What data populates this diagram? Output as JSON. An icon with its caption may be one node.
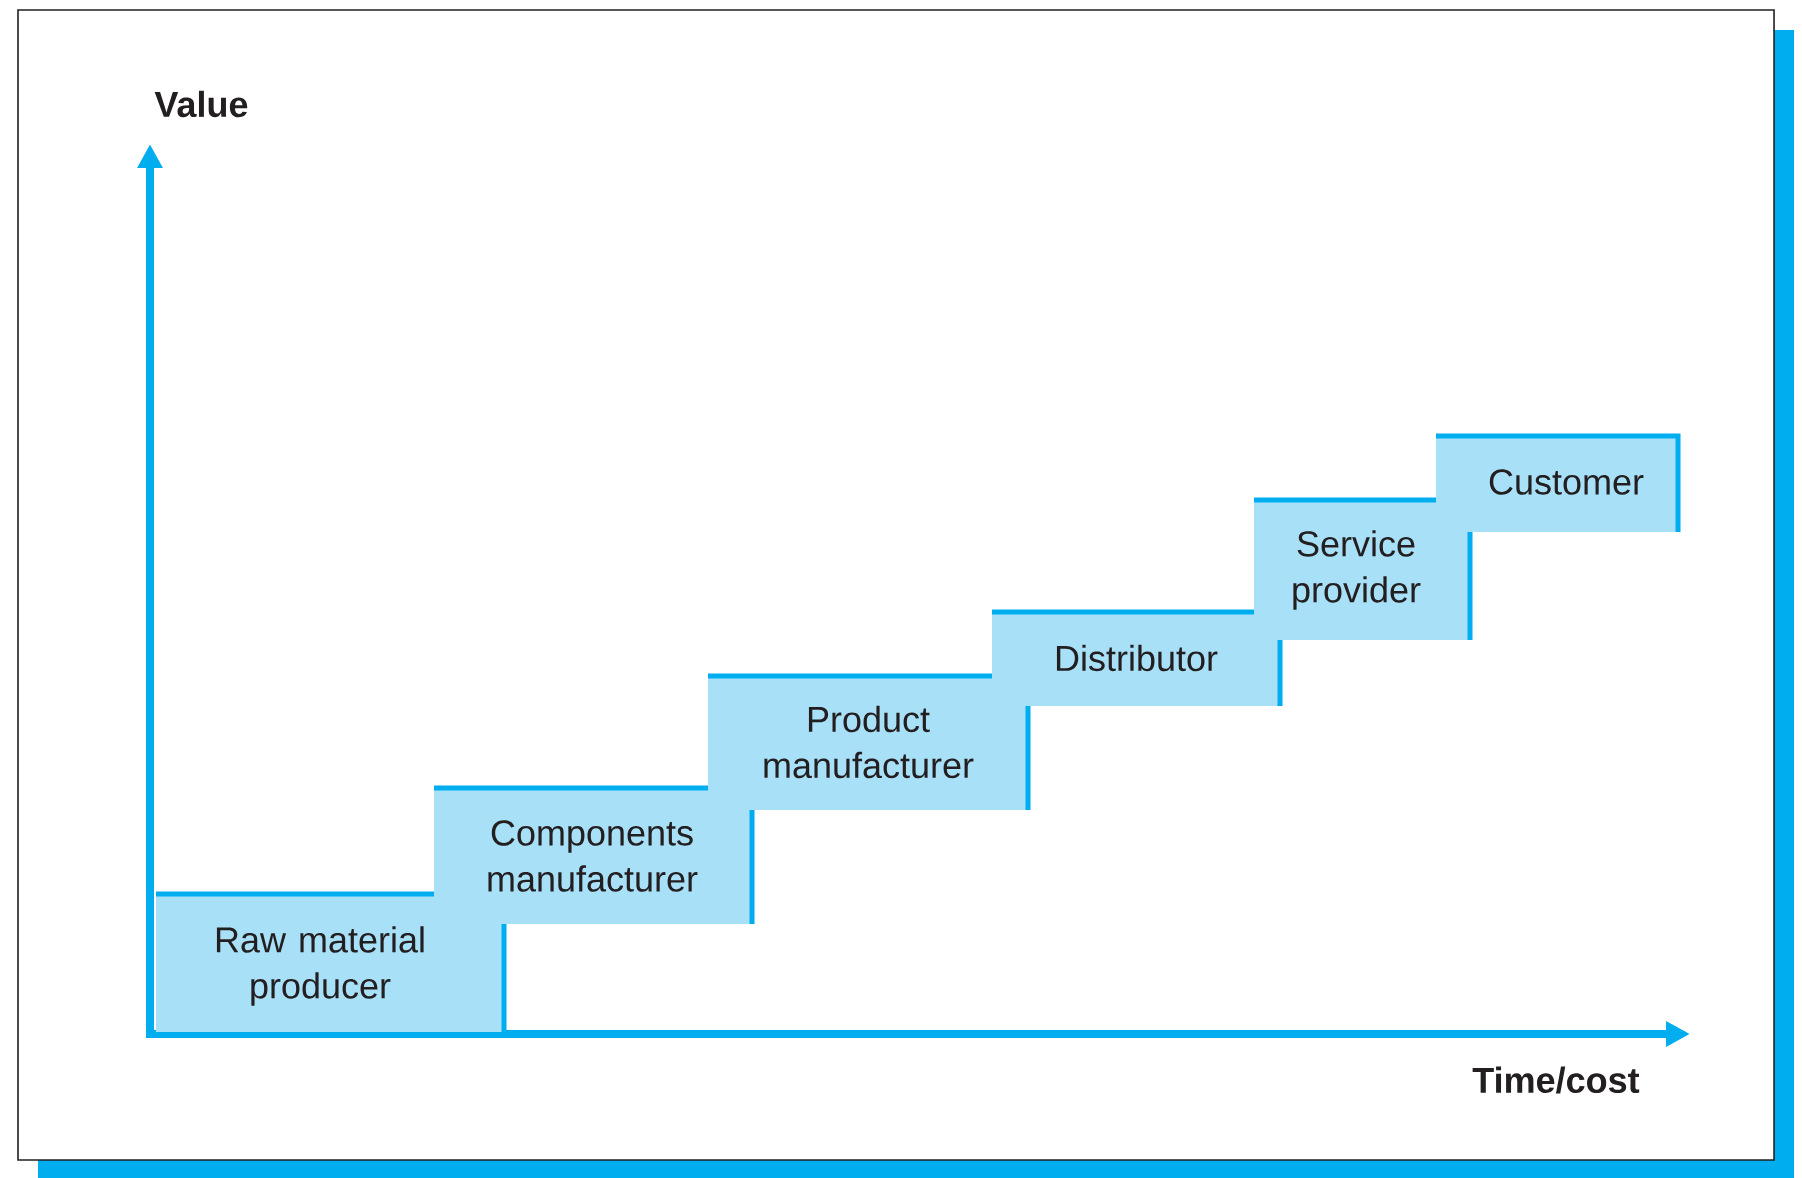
{
  "diagram": {
    "nodes": [
      {
        "text": [
          "Raw material producer"
        ]
      },
      {
        "text": [
          "Components manufacturer"
        ]
      },
      {
        "text": [
          "Product manufacturer"
        ]
      },
      {
        "text": [
          "Distributor"
        ]
      },
      {
        "text": [
          "Service provider"
        ]
      },
      {
        "text": [
          "Customer"
        ]
      }
    ],
    "labels": [
      "Value",
      "Time/cost"
    ]
  }
}
